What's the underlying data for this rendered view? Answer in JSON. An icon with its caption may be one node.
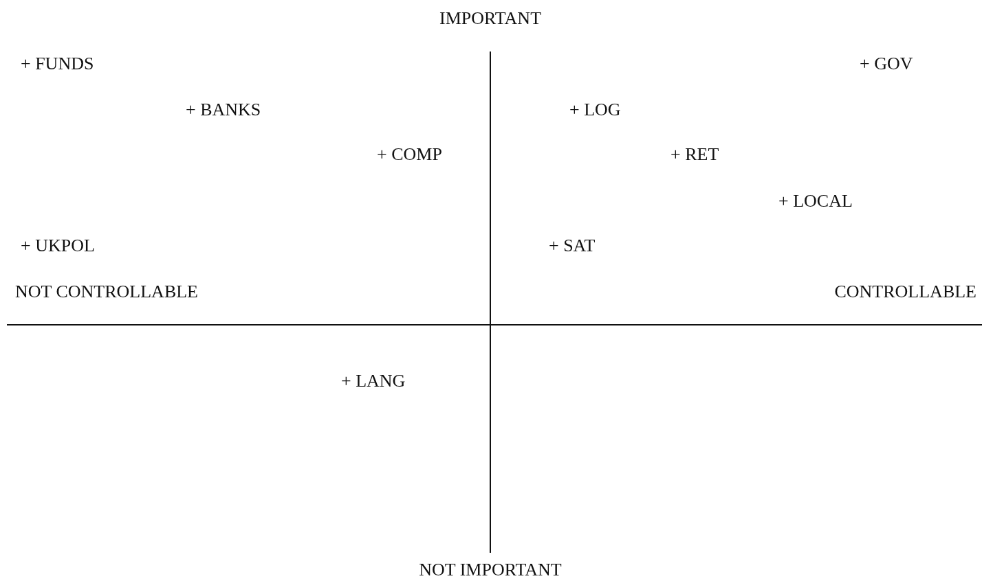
{
  "diagram": {
    "labels": [
      "IMPORTANT",
      "+ FUNDS",
      "+ GOV",
      "+ BANKS",
      "+ LOG",
      "+ COMP",
      "+ RET",
      "+ LOCAL",
      "+ UKPOL",
      "+ SAT",
      "NOT CONTROLLABLE",
      "CONTROLLABLE",
      "+ LANG",
      "NOT IMPORTANT"
    ]
  }
}
